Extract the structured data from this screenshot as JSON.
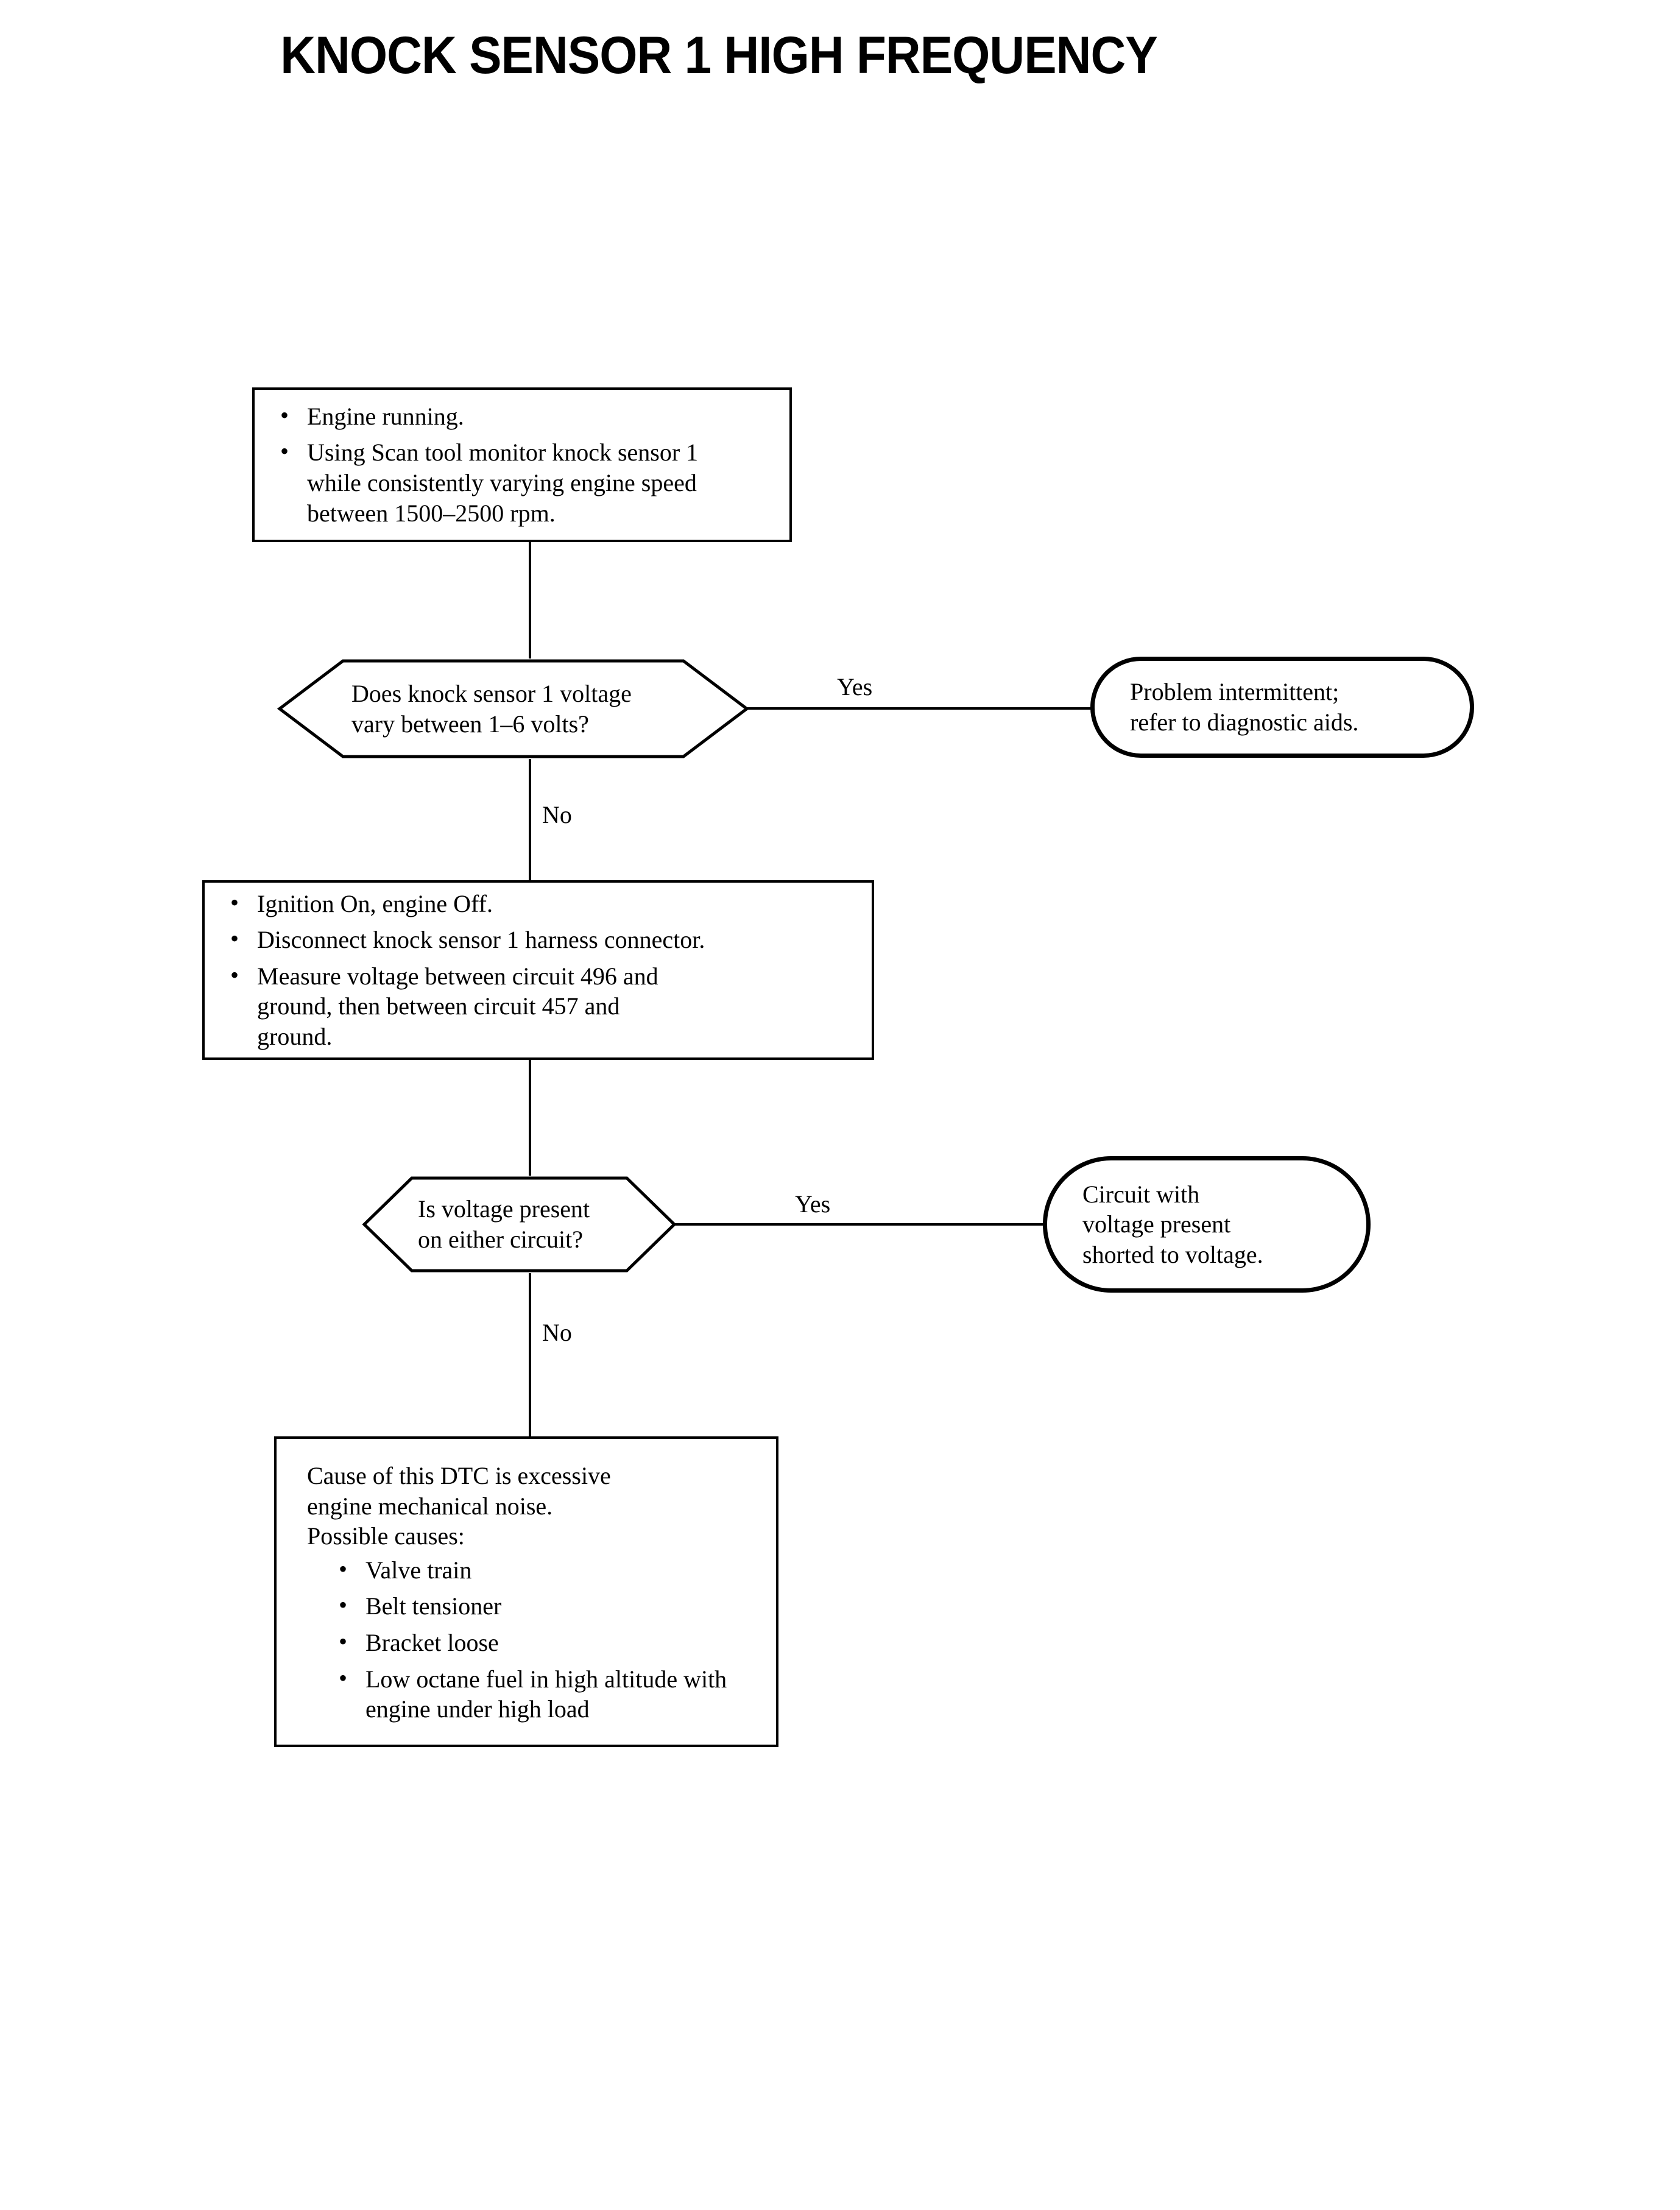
{
  "page": {
    "title": "KNOCK SENSOR 1 HIGH FREQUENCY",
    "background_color": "#ffffff",
    "line_color": "#000000",
    "text_color": "#000000"
  },
  "flowchart": {
    "type": "diagnostic-flowchart",
    "step1": {
      "shape": "process",
      "bullets": [
        "Engine running.",
        "Using Scan tool monitor knock sensor 1 while consistently varying engine speed between 1500–2500 rpm."
      ]
    },
    "decision1": {
      "shape": "hexagon",
      "line1": "Does knock sensor 1 voltage",
      "line2": "vary between 1–6 volts?",
      "yes_label": "Yes",
      "no_label": "No"
    },
    "terminal1": {
      "shape": "stadium",
      "line1": "Problem intermittent;",
      "line2": "refer to diagnostic aids."
    },
    "step2": {
      "shape": "process",
      "bullets": [
        "Ignition On, engine Off.",
        "Disconnect knock sensor 1 harness connector.",
        "Measure voltage between circuit 496 and ground, then between circuit 457 and ground."
      ]
    },
    "decision2": {
      "shape": "hexagon",
      "line1": "Is voltage present",
      "line2": "on either circuit?",
      "yes_label": "Yes",
      "no_label": "No"
    },
    "terminal2": {
      "shape": "stadium",
      "line1": "Circuit with",
      "line2": "voltage present",
      "line3": "shorted to voltage."
    },
    "step3": {
      "shape": "process",
      "intro_line1": "Cause of this DTC is excessive",
      "intro_line2": "engine mechanical noise.",
      "intro_line3": "Possible causes:",
      "causes": [
        "Valve train",
        "Belt tensioner",
        "Bracket loose",
        "Low octane fuel in high altitude with engine under high load"
      ]
    }
  }
}
